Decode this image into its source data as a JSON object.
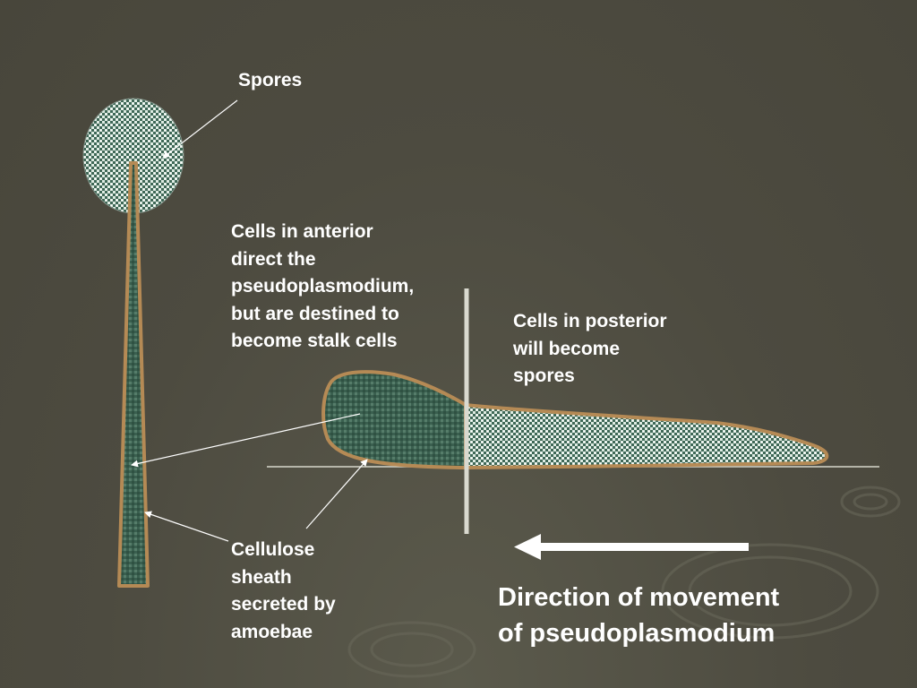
{
  "labels": {
    "spores": "Spores",
    "anterior": [
      "Cells in anterior",
      "direct the",
      "pseudoplasmodium,",
      "but are destined to",
      "become stalk cells"
    ],
    "posterior": [
      "Cells in posterior",
      "will become",
      "spores"
    ],
    "sheath": [
      "Cellulose",
      "sheath",
      "secreted by",
      "amoebae"
    ],
    "movement": [
      "Direction of movement",
      "of pseudoplasmodium"
    ]
  },
  "colors": {
    "background": "#4c4a3f",
    "outline": "#b58a55",
    "stalk_fill": "#3f6655",
    "spore_fill": "#d9e8de",
    "text": "#ffffff"
  }
}
